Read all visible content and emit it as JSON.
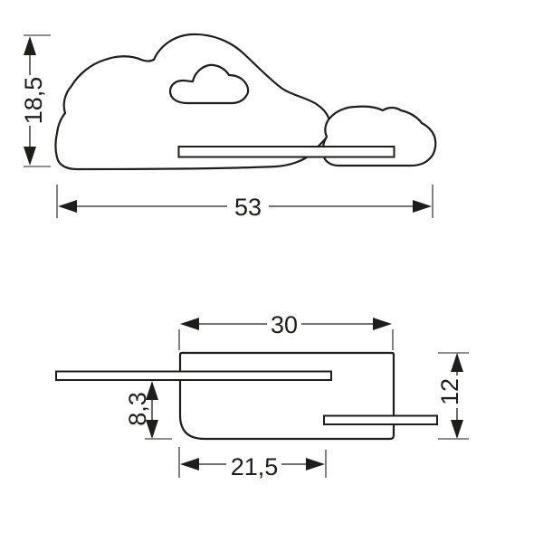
{
  "colors": {
    "background": "#ffffff",
    "line": "#1d1d1b"
  },
  "front_view": {
    "height_label": "18,5",
    "width_label": "53"
  },
  "side_view": {
    "width_label": "30",
    "height_label": "12",
    "shelf_drop_label": "8,3",
    "shelf_depth_label": "21,5"
  }
}
